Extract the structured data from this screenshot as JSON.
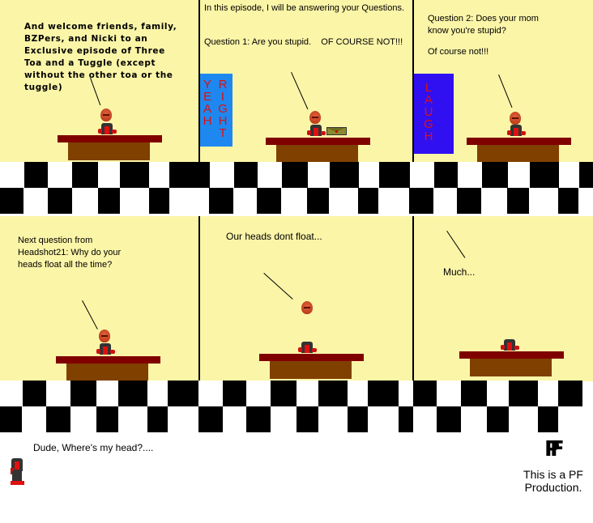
{
  "comic": {
    "panels": [
      {
        "id": 1,
        "caption": "And welcome friends, family,\nBZPers, and Nicki to an\nExclusive episode of Three\nToa and a Tuggle (except\nwithout the other toa or the\ntuggle)"
      },
      {
        "id": 2,
        "caption_line1": "In this episode, I will be answering your Questions.",
        "caption_line2": "Question 1: Are you stupid.    OF COURSE NOT!!!",
        "sign": {
          "col1": [
            "Y",
            "E",
            "A",
            "H"
          ],
          "col2": [
            "R",
            "I",
            "G",
            "H",
            "T"
          ],
          "bg": "#1e88f0"
        }
      },
      {
        "id": 3,
        "caption_line1": "Question 2: Does your mom\nknow you're stupid?",
        "caption_line2": "Of course not!!!",
        "sign": {
          "letters": [
            "L",
            "A",
            "U",
            "G",
            "H"
          ],
          "bg": "#3010f0"
        }
      },
      {
        "id": 4,
        "caption": "Next question from\nHeadshot21: Why do your\nheads float all the time?"
      },
      {
        "id": 5,
        "caption": "Our heads dont float..."
      },
      {
        "id": 6,
        "caption": "Much..."
      }
    ],
    "footer": {
      "dialogue": "Dude, Where's my head?....",
      "logo": "PF",
      "credit": "This is a PF\nProduction."
    }
  },
  "colors": {
    "background": "#fbf5a8",
    "desk_top": "#800000",
    "desk_base": "#804000",
    "sign_yeah_right": "#1e88f0",
    "sign_laugh": "#3010f0",
    "sign_text": "#e01010"
  }
}
